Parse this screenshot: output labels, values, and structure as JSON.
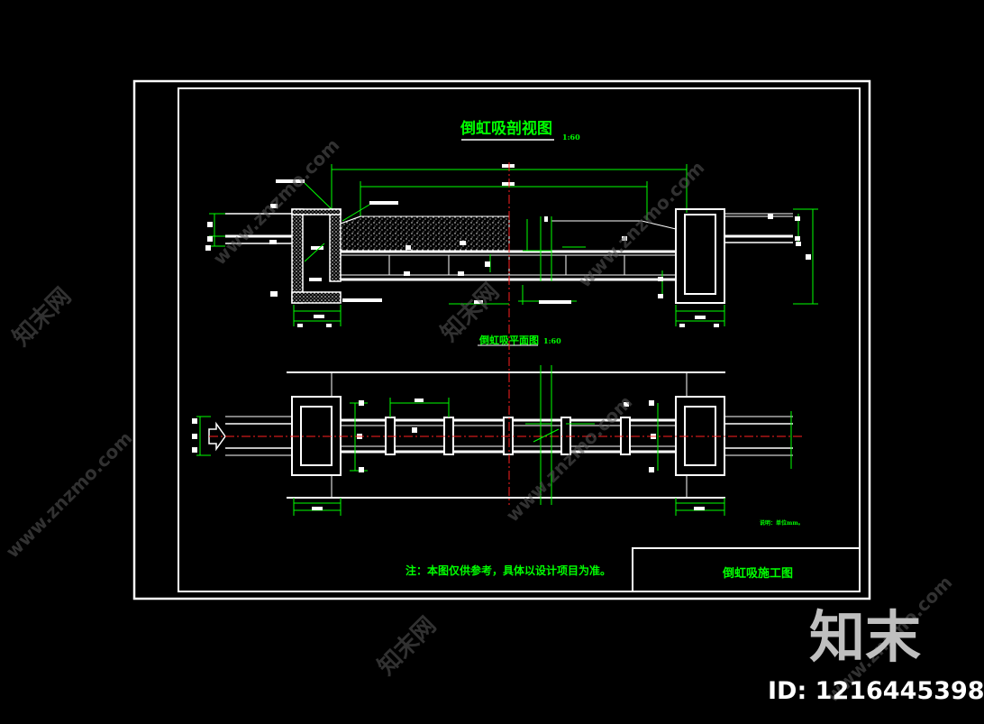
{
  "drawing": {
    "section_title": "倒虹吸剖视图",
    "section_scale": "1:60",
    "plan_title": "倒虹吸平面图",
    "plan_scale": "1:60",
    "unit_note": "说明：单位mm。",
    "note": "注：本图仅供参考，具体以设计项目为准。",
    "title_block": "倒虹吸施工图"
  },
  "watermark": {
    "brand": "知末",
    "id_text": "ID: 1216445398",
    "repeated_text": "www.znzmo.com",
    "repeated_cn": "知末网"
  },
  "colors": {
    "background": "#000000",
    "line_green": "#00ff00",
    "line_white": "#ffffff",
    "centerline_red": "#ff2020"
  }
}
